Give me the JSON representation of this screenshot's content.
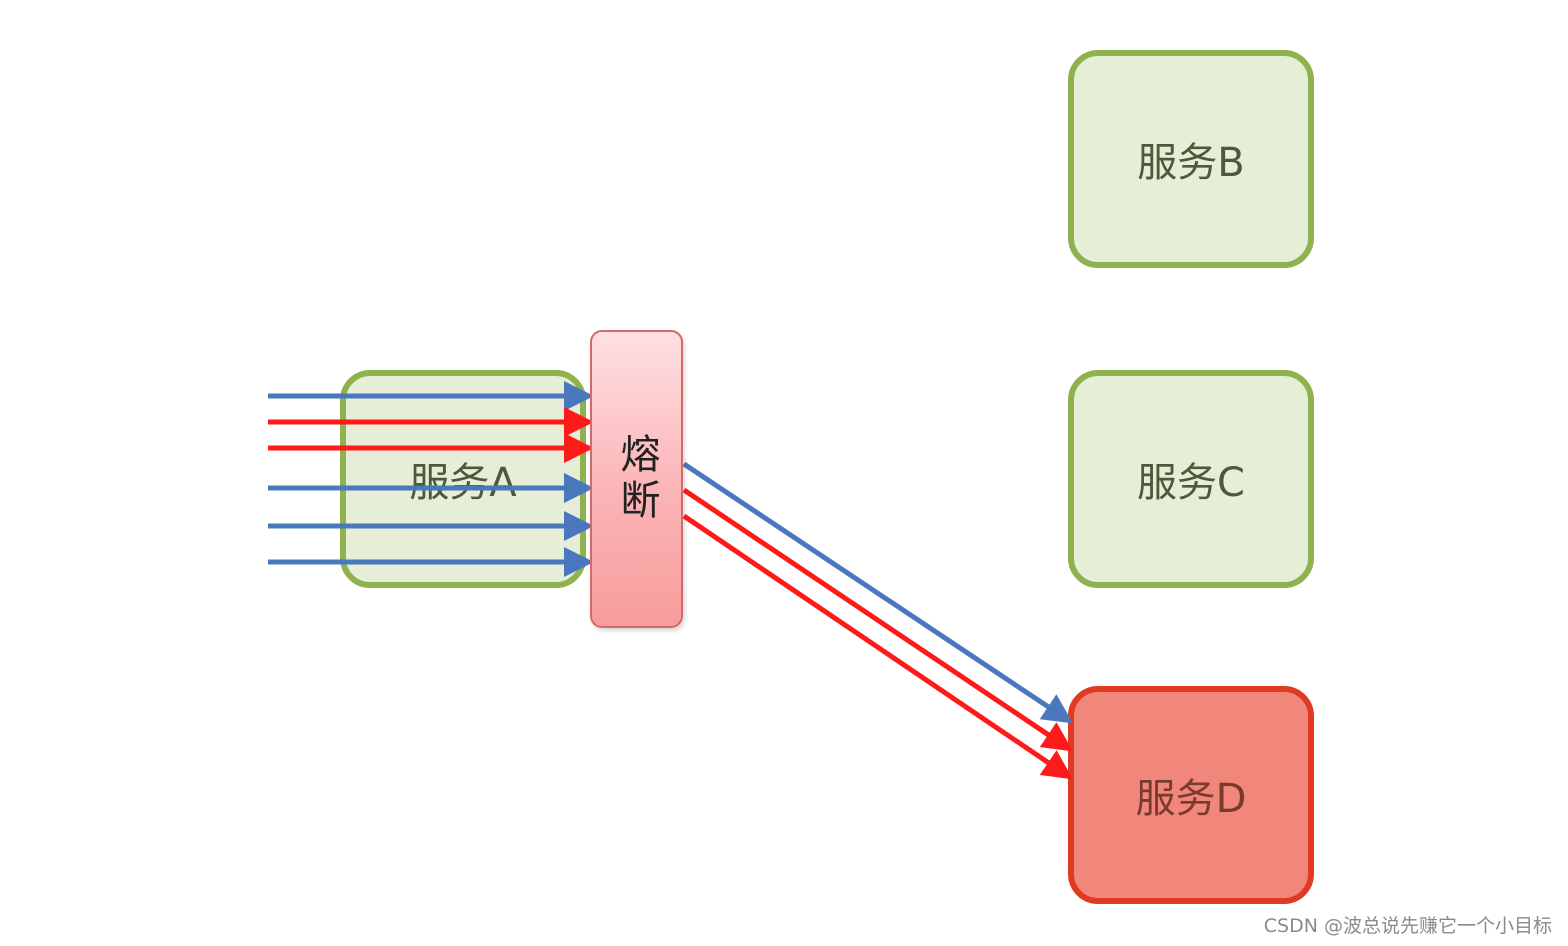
{
  "nodes": {
    "service_a": "服务A",
    "service_b": "服务B",
    "service_c": "服务C",
    "service_d": "服务D",
    "breaker": "熔断"
  },
  "colors": {
    "healthy_fill": "#e7eed8",
    "healthy_border": "#8fb14e",
    "failed_fill": "#f0877a",
    "failed_border": "#e03a22",
    "breaker_fill_top": "#ffe0e2",
    "breaker_fill_bottom": "#f89c9c",
    "request_normal": "#4a78bd",
    "request_failed": "#ff1a1a"
  },
  "incoming_requests": [
    "normal",
    "failed",
    "failed",
    "normal",
    "normal",
    "normal"
  ],
  "forwarded_requests": [
    "normal",
    "failed",
    "failed"
  ],
  "watermark": "CSDN @波总说先赚它一个小目标"
}
